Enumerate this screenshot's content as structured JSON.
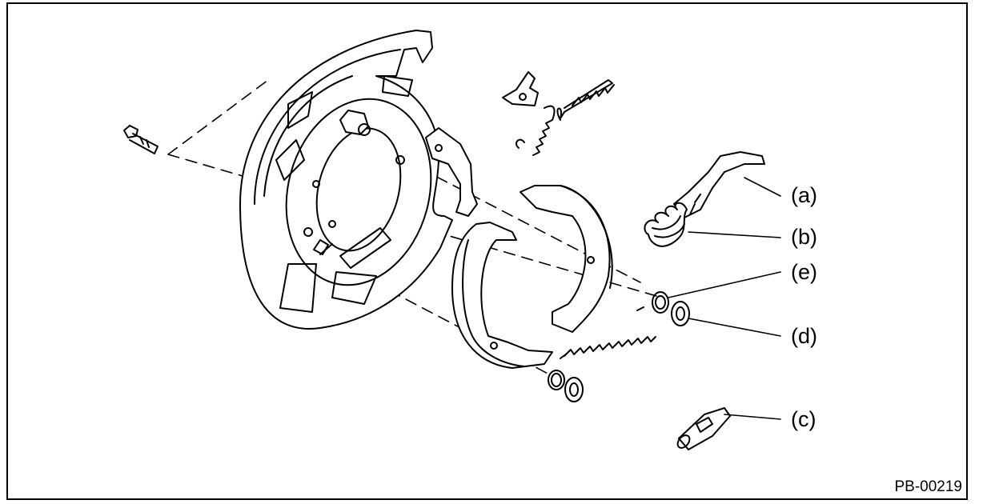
{
  "diagram": {
    "callouts": {
      "a": "(a)",
      "b": "(b)",
      "e": "(e)",
      "d": "(d)",
      "c": "(c)"
    },
    "figure_code": "PB-00219",
    "line_color": "#000000",
    "background": "#ffffff"
  }
}
